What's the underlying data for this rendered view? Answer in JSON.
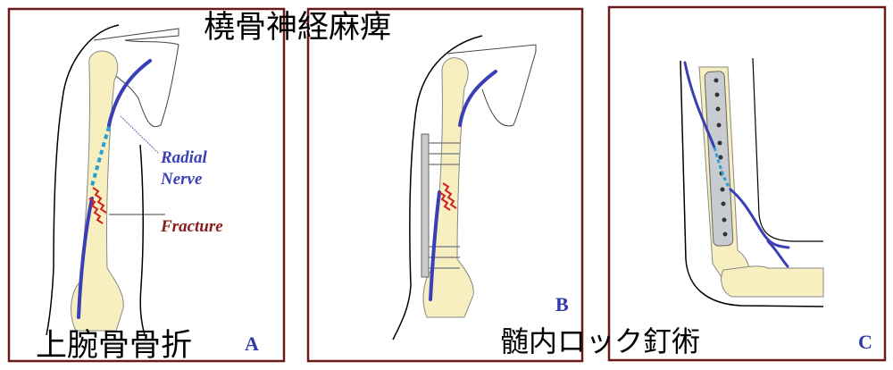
{
  "title": "橈骨神経麻痺",
  "caption_left": "上腕骨骨折",
  "caption_right": "髄内ロック釘術",
  "panels": [
    {
      "letter": "A",
      "labels": {
        "nerve": [
          "Radial",
          "Nerve"
        ],
        "fracture": "Fracture"
      }
    },
    {
      "letter": "B"
    },
    {
      "letter": "C"
    }
  ],
  "colors": {
    "frame": "#6b1a1a",
    "bone": "#f7efbf",
    "nerve": "#3a3fb5",
    "nerve_dashed": "#2aa0d0",
    "fracture": "#d42020",
    "fracture_label": "#8b1a1a",
    "letter": "#2f3aa8",
    "implant": "#c8ccd0"
  }
}
